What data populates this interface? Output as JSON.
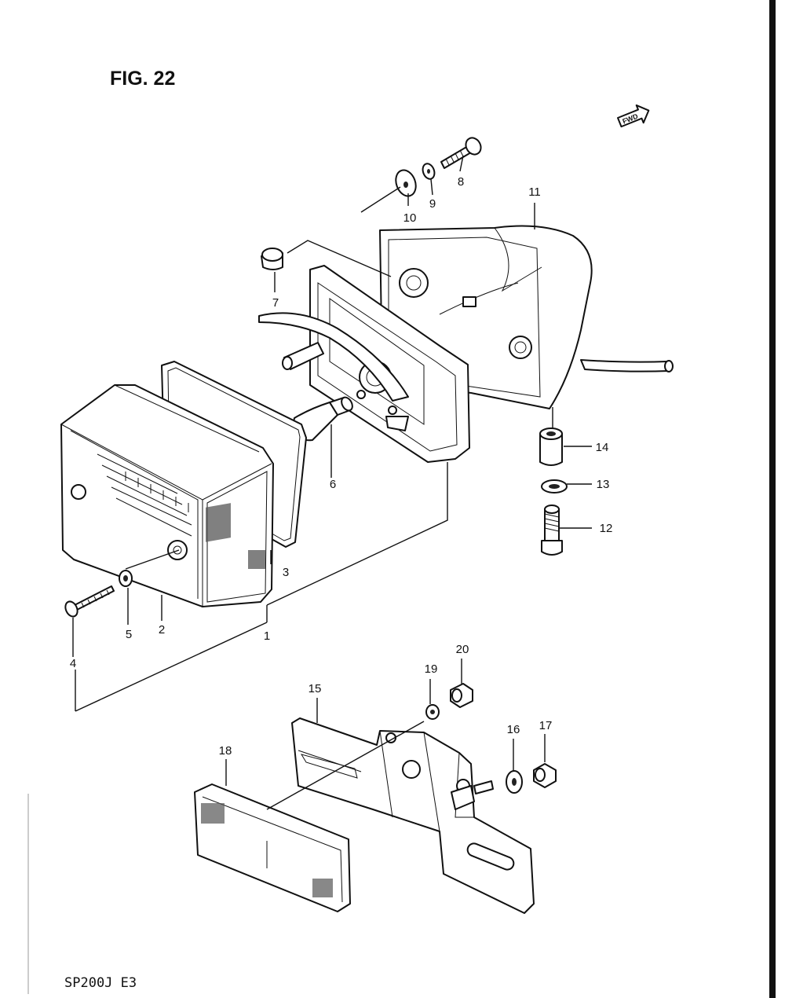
{
  "figure": {
    "title": "FIG. 22",
    "footer": "SP200J  E3",
    "direction_label": "FWD"
  },
  "callouts": [
    {
      "id": "callout-1",
      "label": "1"
    },
    {
      "id": "callout-2",
      "label": "2"
    },
    {
      "id": "callout-3",
      "label": "3"
    },
    {
      "id": "callout-4",
      "label": "4"
    },
    {
      "id": "callout-5",
      "label": "5"
    },
    {
      "id": "callout-6",
      "label": "6"
    },
    {
      "id": "callout-7",
      "label": "7"
    },
    {
      "id": "callout-8",
      "label": "8"
    },
    {
      "id": "callout-9",
      "label": "9"
    },
    {
      "id": "callout-10",
      "label": "10"
    },
    {
      "id": "callout-11",
      "label": "11"
    },
    {
      "id": "callout-12",
      "label": "12"
    },
    {
      "id": "callout-13",
      "label": "13"
    },
    {
      "id": "callout-14",
      "label": "14"
    },
    {
      "id": "callout-15",
      "label": "15"
    },
    {
      "id": "callout-16",
      "label": "16"
    },
    {
      "id": "callout-17",
      "label": "17"
    },
    {
      "id": "callout-18",
      "label": "18"
    },
    {
      "id": "callout-19",
      "label": "19"
    },
    {
      "id": "callout-20",
      "label": "20"
    }
  ]
}
